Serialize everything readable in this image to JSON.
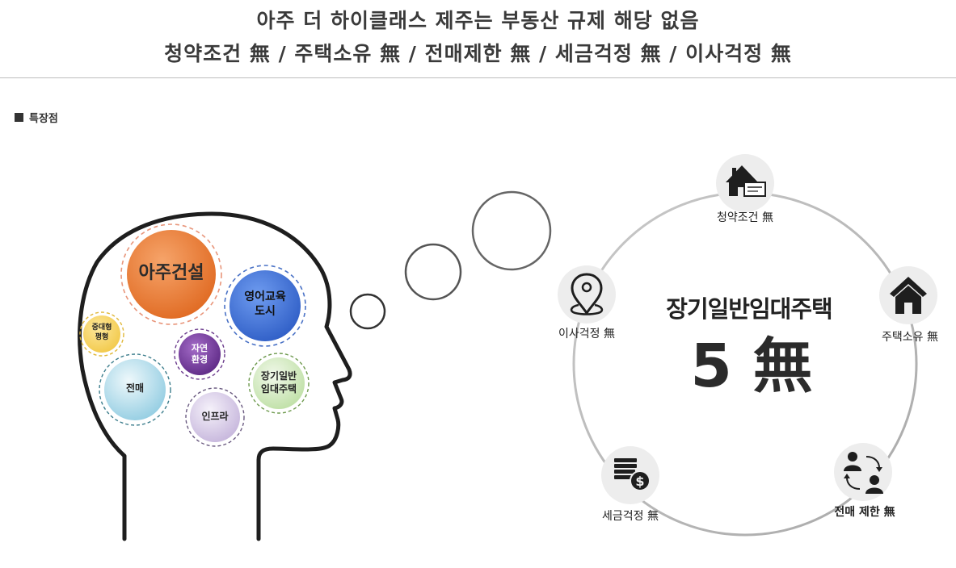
{
  "headline": {
    "line1": "아주 더 하이클래스 제주는 부동산 규제 해당 없음",
    "line2": "청약조건 無 / 주택소유 無 / 전매제한 無 / 세금걱정 無 / 이사걱정 無"
  },
  "section_label": "특장점",
  "head_bubbles": [
    {
      "label": "아주건설",
      "color": "#e8783a"
    },
    {
      "label": "영어교육\n도시",
      "color": "#3a6fd0"
    },
    {
      "label": "중대형\n평형",
      "color": "#f7d35a"
    },
    {
      "label": "자연\n환경",
      "color": "#7b3fa3"
    },
    {
      "label": "장기일반\n임대주택",
      "color": "#cde6b8"
    },
    {
      "label": "전매",
      "color": "#a8d8e8"
    },
    {
      "label": "인프라",
      "color": "#d4c8e4"
    }
  ],
  "center": {
    "title": "장기일반임대주택",
    "subtitle": "5 無"
  },
  "nodes": [
    {
      "label": "청약조건 無",
      "icon": "house-contract-icon"
    },
    {
      "label": "주택소유 無",
      "icon": "house-icon"
    },
    {
      "label": "전매 제한 無",
      "icon": "transfer-people-icon"
    },
    {
      "label": "세금걱정 無",
      "icon": "money-coins-icon"
    },
    {
      "label": "이사걱정 無",
      "icon": "location-pin-icon"
    }
  ]
}
